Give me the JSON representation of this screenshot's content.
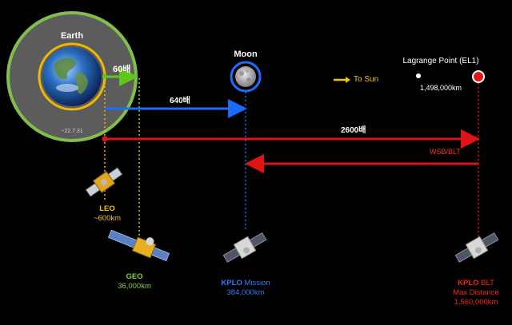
{
  "earth": {
    "label": "Earth",
    "date": "~22.7.31"
  },
  "moon": {
    "label": "Moon"
  },
  "lagrange": {
    "label": "Lagrange Point (EL1)",
    "distance": "1,498,000km"
  },
  "to_sun": {
    "label": "To Sun"
  },
  "ratios": {
    "geo": "60배",
    "moon": "640배",
    "blt": "2600배"
  },
  "wsb_blt": {
    "label": "WSB/BLT"
  },
  "leo": {
    "name": "LEO",
    "distance": "~600km"
  },
  "geo": {
    "name": "GEO",
    "distance": "36,000km"
  },
  "kplo_mission": {
    "name": "KPLO",
    "suffix": "Mission",
    "distance": "384,000km"
  },
  "kplo_blt": {
    "name": "KPLO",
    "suffix": "BLT",
    "line2": "Max Distance",
    "distance": "1,560,000km"
  },
  "colors": {
    "background": "#000000",
    "outer_ring_fill": "#5c5c5c",
    "outer_ring_stroke": "#7fbf4a",
    "inner_ring": "#f0b800",
    "geo_arrow": "#62c51e",
    "leo_dotted": "#f5b400",
    "geo_dotted": "#9bd23c",
    "moon_line": "#1b6bff",
    "blt_line": "#e01414",
    "yellow_text": "#f5c400",
    "green_text": "#8cd23a",
    "blue_text": "#2f7bff",
    "red_text": "#ff2020"
  },
  "icons": [
    "earth-globe-icon",
    "moon-icon",
    "l1-point-icon",
    "sun-direction-arrow-icon",
    "satellite-icon"
  ]
}
